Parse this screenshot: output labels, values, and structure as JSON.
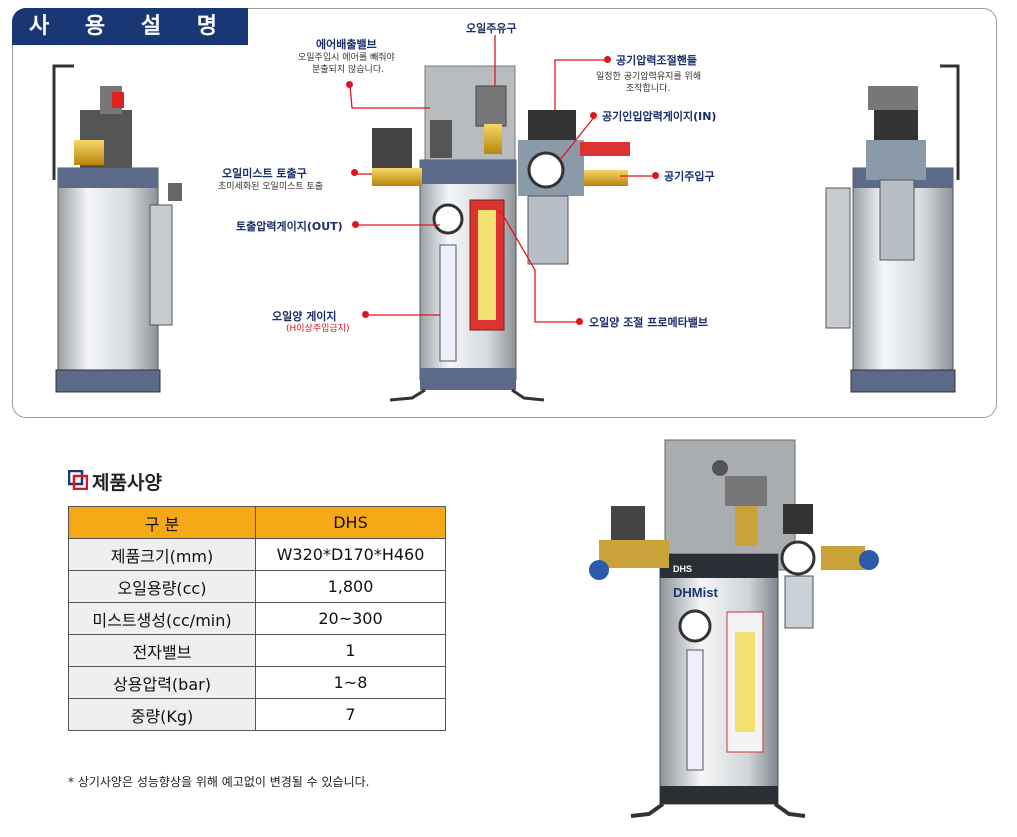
{
  "manual": {
    "title": "사 용 설 명 서"
  },
  "callouts": {
    "air_exhaust": {
      "label": "에어배출밸브",
      "desc1": "오일주입시 에어를 빼줘야",
      "desc2": "분출되지 않습니다."
    },
    "oil_fill": {
      "label": "오일주유구"
    },
    "air_handle": {
      "label": "공기압력조절핸들",
      "desc1": "일정한 공기압력유지를 위해",
      "desc2": "조작합니다."
    },
    "air_in_gauge": {
      "label": "공기인입압력게이지(IN)"
    },
    "air_inlet": {
      "label": "공기주입구"
    },
    "mist_outlet": {
      "label": "오일미스트 토출구",
      "desc": "초미세화된 오일미스트 토출"
    },
    "out_gauge": {
      "label": "토출압력게이지(OUT)"
    },
    "oil_level": {
      "label": "오일양 게이지",
      "desc": "(H이상주입금지)"
    },
    "oil_meter": {
      "label": "오일양 조절 프로메타밸브"
    }
  },
  "specs": {
    "title": "제품사양",
    "header": [
      "구  분",
      "DHS"
    ],
    "rows": [
      [
        "제품크기(mm)",
        "W320*D170*H460"
      ],
      [
        "오일용량(cc)",
        "1,800"
      ],
      [
        "미스트생성(cc/min)",
        "20~300"
      ],
      [
        "전자밸브",
        "1"
      ],
      [
        "상용압력(bar)",
        "1~8"
      ],
      [
        "중량(Kg)",
        "7"
      ]
    ],
    "note": "* 상기사양은 성능향상을 위해 예고없이  변경될 수 있습니다."
  },
  "photo": {
    "brand": "DHMist",
    "model": "DHS"
  },
  "colors": {
    "navy": "#1a3775",
    "accent": "#f5a916",
    "callout_red": "#e0151b"
  }
}
